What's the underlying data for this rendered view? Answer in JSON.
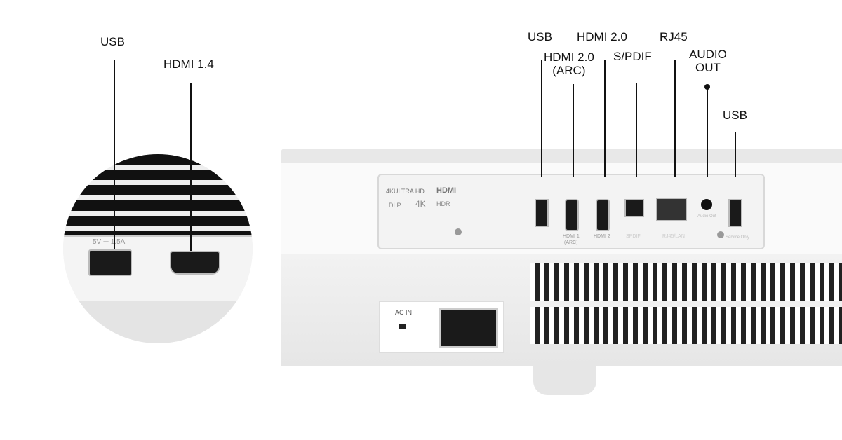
{
  "callouts": {
    "usb_left": "USB",
    "hdmi_14": "HDMI 1.4",
    "usb_1": "USB",
    "hdmi_20_arc": "HDMI 2.0\n(ARC)",
    "hdmi_20": "HDMI 2.0",
    "spdif": "S/PDIF",
    "rj45": "RJ45",
    "audio_out": "AUDIO\nOUT",
    "usb_service": "USB"
  },
  "panel_print": {
    "ultra_hd": "4KULTRA HD",
    "hdmi_logo": "HDMI",
    "dlp": "DLP",
    "fourk": "4K",
    "hdr": "HDR",
    "hdmi1": "HDMI 1",
    "arc": "(ARC)",
    "hdmi2": "HDMI 2",
    "spdif": "SPDIF",
    "rj45": "RJ45/LAN",
    "audio": "Audio Out",
    "service": "Service Only"
  },
  "inset": {
    "usb_rating": "5V ⎓ 1.5A"
  },
  "power": {
    "ac_in": "AC IN"
  }
}
